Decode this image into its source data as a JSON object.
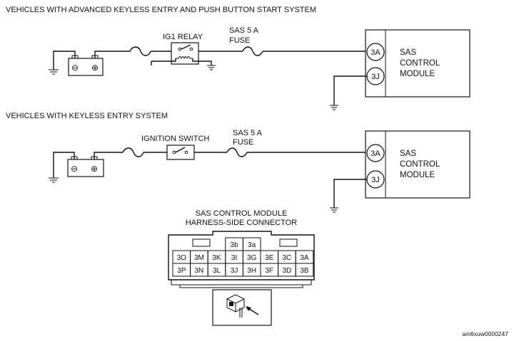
{
  "circuit_top": {
    "heading": "VEHICLES WITH ADVANCED KEYLESS ENTRY AND PUSH BUTTON START SYSTEM",
    "relay_label": "IG1 RELAY",
    "fuse_label_1": "SAS 5 A",
    "fuse_label_2": "FUSE",
    "pin_power": "3A",
    "pin_ground": "3J",
    "module_line_1": "SAS",
    "module_line_2": "CONTROL",
    "module_line_3": "MODULE"
  },
  "circuit_bottom": {
    "heading": "VEHICLES WITH KEYLESS ENTRY SYSTEM",
    "switch_label": "IGNITION SWITCH",
    "fuse_label_1": "SAS 5 A",
    "fuse_label_2": "FUSE",
    "pin_power": "3A",
    "pin_ground": "3J",
    "module_line_1": "SAS",
    "module_line_2": "CONTROL",
    "module_line_3": "MODULE"
  },
  "battery": {
    "minus": "⊖",
    "plus": "⊕"
  },
  "connector": {
    "title_line_1": "SAS CONTROL MODULE",
    "title_line_2": "HARNESS-SIDE CONNECTOR",
    "top_row": [
      "3b",
      "3a"
    ],
    "row_1": [
      "3O",
      "3M",
      "3K",
      "3I",
      "3G",
      "3E",
      "3C",
      "3A"
    ],
    "row_2": [
      "3P",
      "3N",
      "3L",
      "3J",
      "3H",
      "3F",
      "3D",
      "3B"
    ]
  },
  "figure_code": "am6xuw0000247"
}
